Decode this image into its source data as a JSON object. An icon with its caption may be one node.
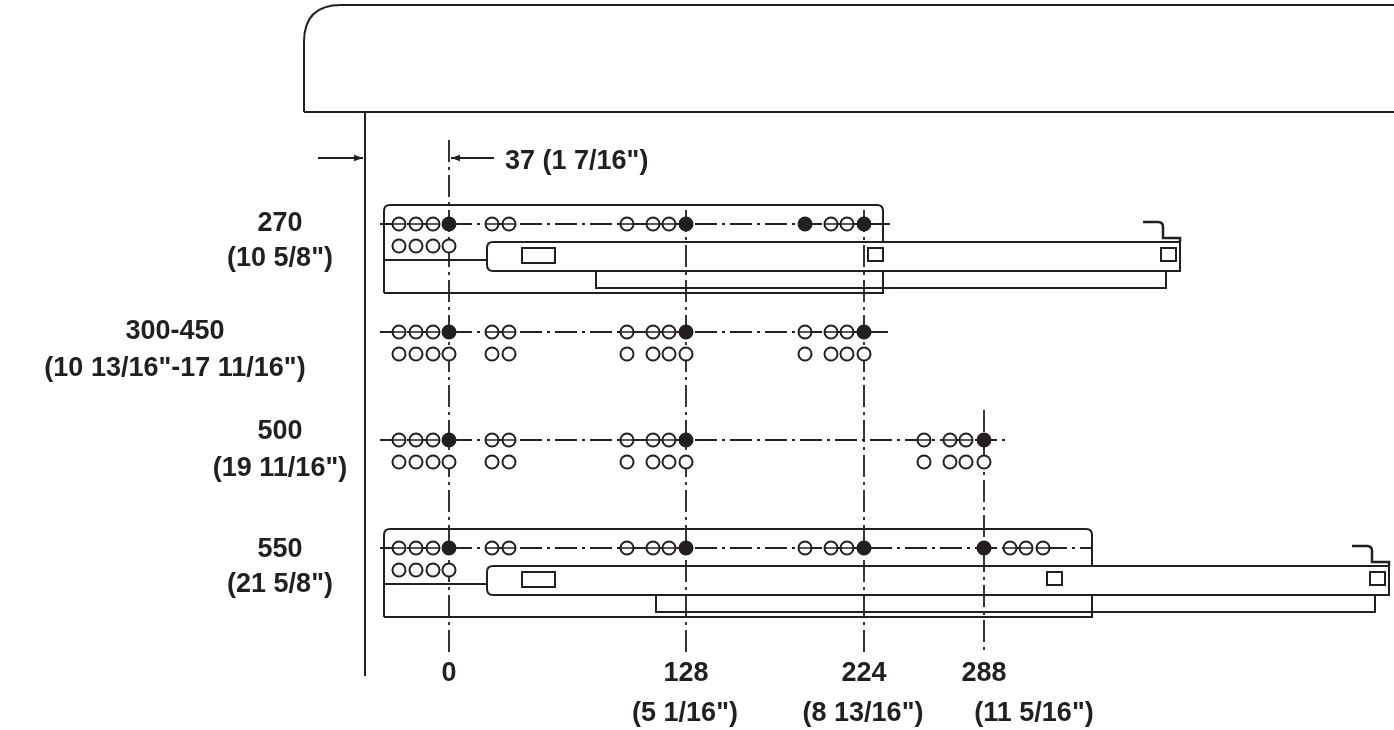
{
  "diagram": {
    "labels": [
      "37 (1 7/16\")",
      "270",
      "(10 5/8\")",
      "300-450",
      "(10 13/16\"-17 11/16\")",
      "500",
      "(19 11/16\")",
      "550",
      "(21 5/8\")",
      "0",
      "128",
      "(5 1/16\")",
      "224",
      "(8 13/16\")",
      "288",
      "(11 5/16\")"
    ]
  }
}
